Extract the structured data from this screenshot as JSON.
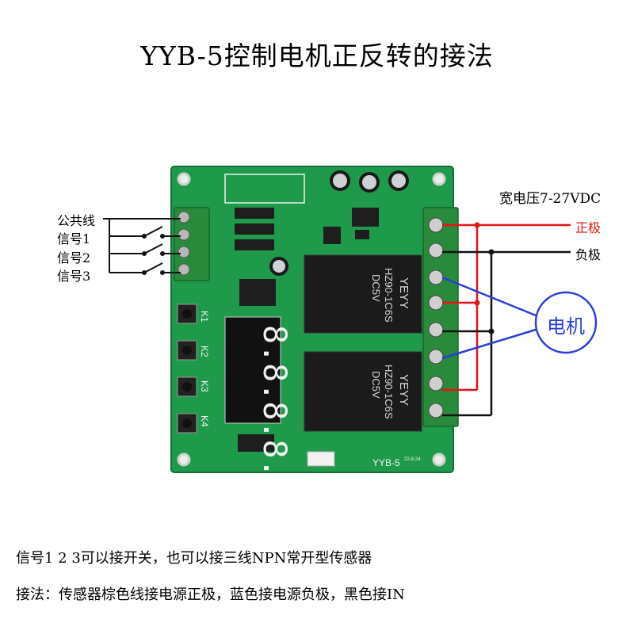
{
  "title": "YYB-5控制电机正反转的接法",
  "left_labels": [
    "公共线",
    "信号1",
    "信号2",
    "信号3"
  ],
  "supply_label": "宽电压7-27VDC",
  "positive_label": "正极",
  "negative_label": "负极",
  "motor_label": "电机",
  "board": {
    "model": "YYB-5",
    "date": "22-8-24",
    "keys": [
      "K1",
      "K2",
      "K3",
      "K4"
    ],
    "relay_brand": "YEYY",
    "relay_model": "HZ90-1C6S",
    "relay_voltage": "DC5V",
    "display_digits": "8.8.8.8."
  },
  "notes": [
    "信号1 2 3可以接开关，也可以接三线NPN常开型传感器",
    "接法：传感器棕色线接电源正极，蓝色接电源负极，黑色接IN"
  ],
  "colors": {
    "pcb": "#1f9a4a",
    "terminal": "#2a8a3c",
    "positive_wire": "#e61414",
    "negative_wire": "#111111",
    "motor_wire": "#2a3fd6"
  }
}
